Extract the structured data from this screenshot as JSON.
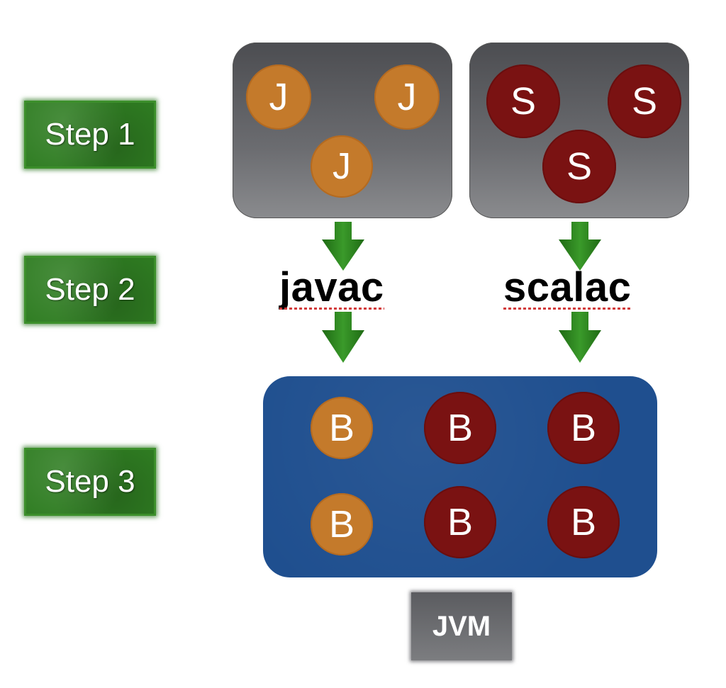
{
  "steps": [
    "Step 1",
    "Step 2",
    "Step 3"
  ],
  "source_groups": {
    "java": {
      "letter": "J",
      "color": "#c47a2b"
    },
    "scala": {
      "letter": "S",
      "color": "#7a1212"
    }
  },
  "compilers": {
    "java": "javac",
    "scala": "scalac"
  },
  "bytecode": {
    "letter": "B"
  },
  "runtime": {
    "label": "JVM"
  },
  "colors": {
    "step_green": "#2f7d22",
    "arrow_green": "#2a7a1c",
    "bytecode_blue": "#1f4f8f",
    "source_gray": "#5d5e62"
  }
}
